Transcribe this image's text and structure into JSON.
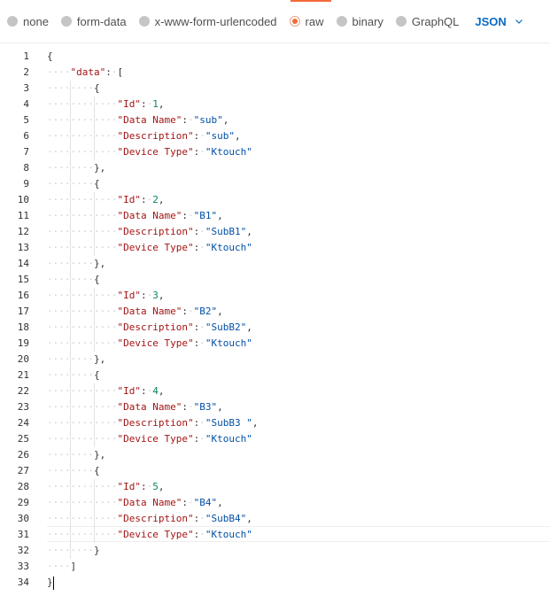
{
  "body_types": [
    {
      "label": "none",
      "selected": false
    },
    {
      "label": "form-data",
      "selected": false
    },
    {
      "label": "x-www-form-urlencoded",
      "selected": false
    },
    {
      "label": "raw",
      "selected": true
    },
    {
      "label": "binary",
      "selected": false
    },
    {
      "label": "GraphQL",
      "selected": false
    }
  ],
  "language": {
    "label": "JSON",
    "icon": "chevron-down-icon"
  },
  "colors": {
    "accent": "#f26b3a",
    "language": "#0b6ac4",
    "json_key": "#a31515",
    "json_string": "#0451a5",
    "json_number": "#098658"
  },
  "editor": {
    "lines": [
      "{",
      "    \"data\": [",
      "        {",
      "            \"Id\": 1,",
      "            \"Data Name\": \"sub\",",
      "            \"Description\": \"sub\",",
      "            \"Device Type\": \"Ktouch\"",
      "        },",
      "        {",
      "            \"Id\": 2,",
      "            \"Data Name\": \"B1\",",
      "            \"Description\": \"SubB1\",",
      "            \"Device Type\": \"Ktouch\"",
      "        },",
      "        {",
      "            \"Id\": 3,",
      "            \"Data Name\": \"B2\",",
      "            \"Description\": \"SubB2\",",
      "            \"Device Type\": \"Ktouch\"",
      "        },",
      "        {",
      "            \"Id\": 4,",
      "            \"Data Name\": \"B3\",",
      "            \"Description\": \"SubB3 \",",
      "            \"Device Type\": \"Ktouch\"",
      "        },",
      "        {",
      "            \"Id\": 5,",
      "            \"Data Name\": \"B4\",",
      "            \"Description\": \"SubB4\",",
      "            \"Device Type\": \"Ktouch\"",
      "        }",
      "    ]",
      "}"
    ]
  }
}
